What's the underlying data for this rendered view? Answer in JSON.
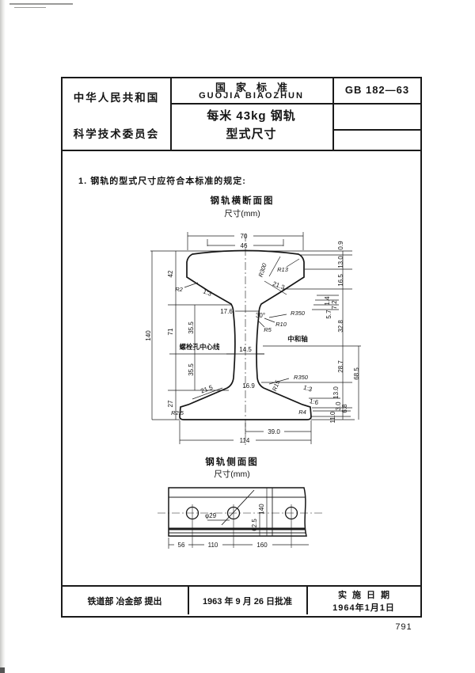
{
  "header": {
    "org_line1": "中华人民共和国",
    "org_line2": "科学技术委员会",
    "standard_label_cn": "国家标准",
    "standard_label_pinyin": "GUOJIA  BIAOZHUN",
    "subject_line1": "每米 43kg 钢轨",
    "subject_line2": "型式尺寸",
    "code": "GB 182—63"
  },
  "body": {
    "clause1": "1. 钢轨的型式尺寸应符合本标准的规定:",
    "cross_section_title": "钢轨横断面图",
    "cross_section_unit": "尺寸(mm)",
    "side_view_title": "钢轨侧面图",
    "side_view_unit": "尺寸(mm)"
  },
  "cs": {
    "d70": "70",
    "d46": "46",
    "d0_9": "0.9",
    "r300": "R300",
    "r13": "R13",
    "d13_0": "13.0",
    "d42": "42",
    "d16_5": "16.5",
    "r2": "R2",
    "slope_left": "1:3",
    "d21_3": "21.3",
    "d1_4": "1.4",
    "d7_2": "7.2",
    "d5_7": "5.7",
    "d17_6": "17.6",
    "a30": "30°",
    "r350_up": "R350",
    "r10": "R10",
    "r5": "R5",
    "d35_5a": "35.5",
    "d140": "140",
    "d71": "71",
    "bolt_line": "螺栓孔中心线",
    "neutral": "中和轴",
    "d14_5": "14.5",
    "d32_8": "32.8",
    "d35_5b": "35.5",
    "d16_9": "16.9",
    "r350_lo": "R350",
    "r15": "R15",
    "d28_7": "28.7",
    "d68_5": "68.5",
    "d21_5": "21.5",
    "slope_right": "1:3",
    "d13_0b": "13.0",
    "d27": "27",
    "slope16": "1:6",
    "d3_0": "3.0",
    "d6_8": "6.8",
    "r2_5": "R2.5",
    "r4": "R4",
    "d11_0": "11.0",
    "d39_0": "39.0",
    "d114": "114"
  },
  "sv": {
    "dia": "φ29",
    "d62_5": "62.5",
    "d140": "140",
    "d56": "56",
    "d110": "110",
    "d160": "160"
  },
  "footer": {
    "proposed": "铁道部  冶金部  提出",
    "approved": "1963 年 9 月 26 日批准",
    "impl_label": "实施日期",
    "impl_date": "1964年1月1日"
  },
  "page_number": "791"
}
